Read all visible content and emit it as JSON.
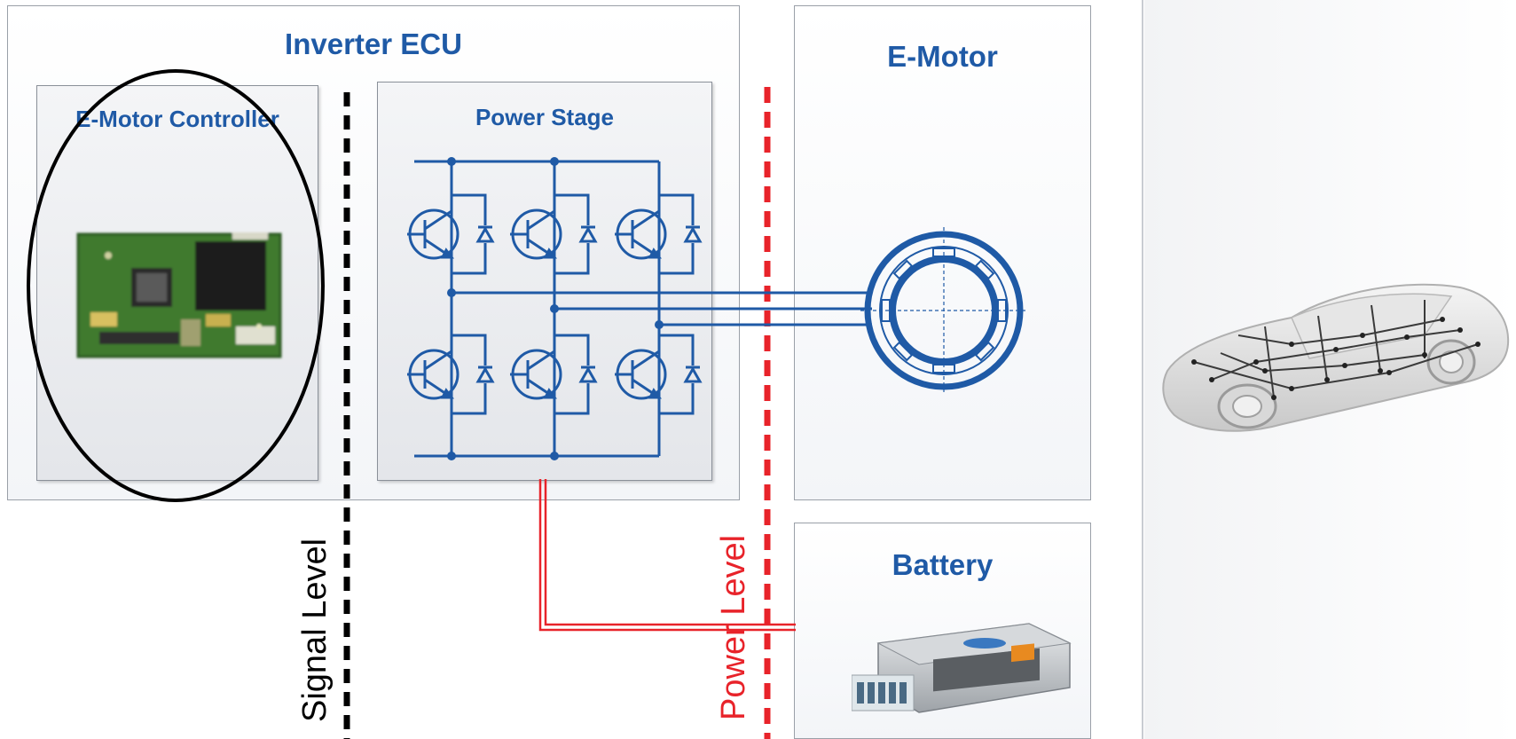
{
  "inverter": {
    "title": "Inverter ECU"
  },
  "controller": {
    "title": "E-Motor Controller"
  },
  "power_stage": {
    "title": "Power Stage"
  },
  "emotor": {
    "title": "E-Motor"
  },
  "battery": {
    "title": "Battery"
  },
  "levels": {
    "signal": "Signal Level",
    "power": "Power Level"
  },
  "colors": {
    "accent": "#1f5aa6",
    "power_line": "#e8232a",
    "signal_line": "#000000",
    "panel_border": "#9aa0a8"
  },
  "icons": [
    "pcb-board-icon",
    "igbt-transistor-icon",
    "diode-icon",
    "motor-stator-icon",
    "battery-pack-icon",
    "car-wiring-harness-icon"
  ]
}
